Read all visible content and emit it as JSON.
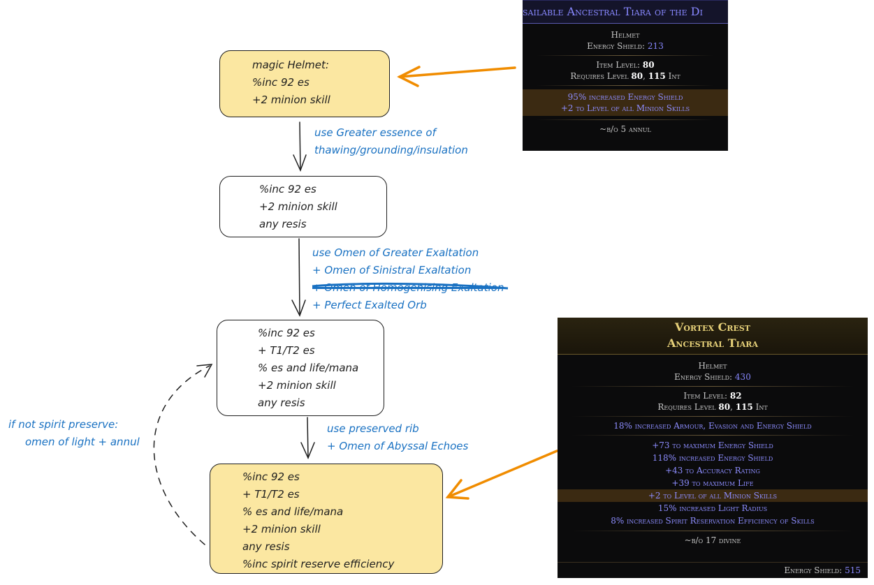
{
  "boxes": {
    "b1": [
      "magic Helmet:",
      "%inc 92 es",
      "+2 minion skill"
    ],
    "b2": [
      "%inc 92 es",
      "+2 minion skill",
      "any resis"
    ],
    "b3": [
      "%inc 92 es",
      "+ T1/T2 es",
      "% es and life/mana",
      "+2 minion skill",
      "any resis"
    ],
    "b4": [
      "%inc 92 es",
      "+ T1/T2 es",
      "% es and life/mana",
      "+2 minion skill",
      "any resis",
      "%inc spirit reserve efficiency"
    ]
  },
  "notes": {
    "n1": [
      "use Greater essence of",
      "thawing/grounding/insulation"
    ],
    "n2": [
      "use Omen of Greater Exaltation",
      "+ Omen of Sinistral Exaltation",
      "+ Omen of Homogenising Exaltation",
      "+ Perfect Exalted Orb"
    ],
    "n3": [
      "use preserved rib",
      "+ Omen of Abyssal Echoes"
    ],
    "n4": [
      "if not spirit preserve:",
      "omen of light + annul"
    ]
  },
  "tooltip1": {
    "title": "sailable Ancestral Tiara of the Di",
    "base": "Helmet",
    "es_label": "Energy Shield:",
    "es_value": "213",
    "ilvl_label": "Item Level:",
    "ilvl_value": "80",
    "req_label": "Requires Level",
    "req_level": "80",
    "req_int": "115",
    "req_int_label": "Int",
    "mods": [
      "95% increased Energy Shield",
      "+2 to Level of all Minion Skills"
    ],
    "note": "~b/o 5 annul"
  },
  "tooltip2": {
    "name": "Vortex Crest",
    "base_name": "Ancestral Tiara",
    "base": "Helmet",
    "es_label": "Energy Shield:",
    "es_value": "430",
    "ilvl_label": "Item Level:",
    "ilvl_value": "82",
    "req_label": "Requires Level",
    "req_level": "80",
    "req_int": "115",
    "req_int_label": "Int",
    "implicit": "18% increased Armour, Evasion and Energy Shield",
    "mods": [
      "+73 to maximum Energy Shield",
      "118% increased Energy Shield",
      "+43 to Accuracy Rating",
      "+39 to maximum Life",
      "+2 to Level of all Minion Skills",
      "15% increased Light Radius",
      "8% increased Spirit Reservation Efficiency of Skills"
    ],
    "note": "~b/o 17 divine",
    "footer_label": "Energy Shield:",
    "footer_value": "515"
  },
  "colors": {
    "yellow_box": "#fbe7a1",
    "note_blue": "#1971c2",
    "arrow_orange": "#f08c00",
    "tooltip_bg": "#0b0b0c",
    "unique_gold": "#c8a046",
    "mod_blue": "#8d8dff"
  }
}
